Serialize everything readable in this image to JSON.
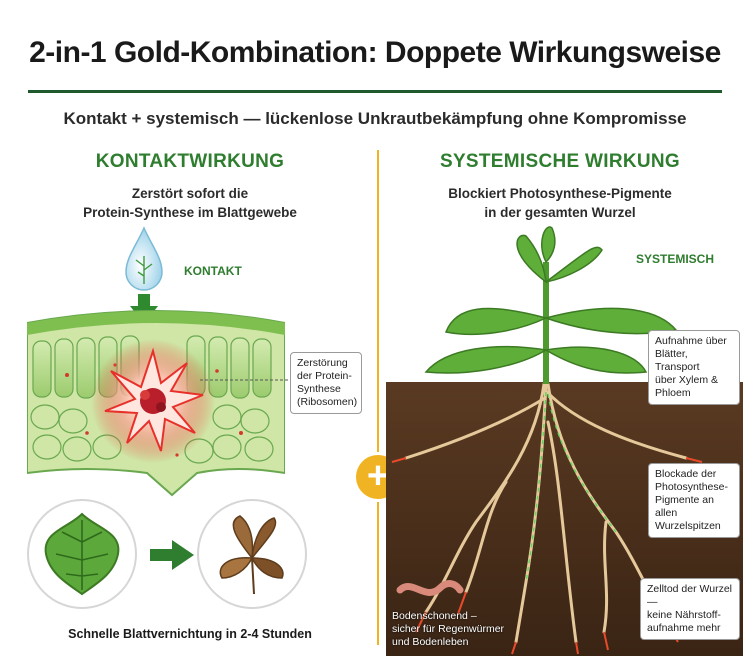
{
  "header": {
    "title": "2-in-1 Gold-Kombination: Doppete Wirkungsweise",
    "subtitle": "Kontakt + systemisch — lückenlose Unkrautbekämpfung ohne Kompromisse"
  },
  "left": {
    "heading": "KONTAKTWIRKUNG",
    "description_line1": "Zerstört sofort die",
    "description_line2": "Protein-Synthese im Blattgewebe",
    "drop_label": "KONTAKT",
    "callout_lines": [
      "Zerstörung",
      "der Protein-",
      "Synthese",
      "(Ribosomen)"
    ],
    "caption": "Schnelle Blattvernichtung in 2-4 Stunden"
  },
  "right": {
    "heading": "SYSTEMISCHE WIRKUNG",
    "description_line1": "Blockiert Photosynthese-Pigmente",
    "description_line2": "in der gesamten Wurzel",
    "plant_label": "SYSTEMISCH",
    "callout_uptake": [
      "Aufnahme über",
      "Blätter, Transport",
      "über Xylem &",
      "Phloem"
    ],
    "callout_block": [
      "Blockade der",
      "Photosynthese-",
      "Pigmente an",
      "allen Wurzelspitzen"
    ],
    "callout_death": [
      "Zelltod der Wurzel —",
      "keine Nährstoff-",
      "aufnahme mehr"
    ],
    "soil_note": [
      "Bodenschonend –",
      "sicher für Regenwürmer",
      "und Bodenleben"
    ]
  },
  "plus_symbol": "+",
  "colors": {
    "accent_green": "#2f7d2f",
    "header_rule": "#1f5a2f",
    "divider_gold": "#f0b323",
    "soil_brown": "#4a2e1c"
  }
}
